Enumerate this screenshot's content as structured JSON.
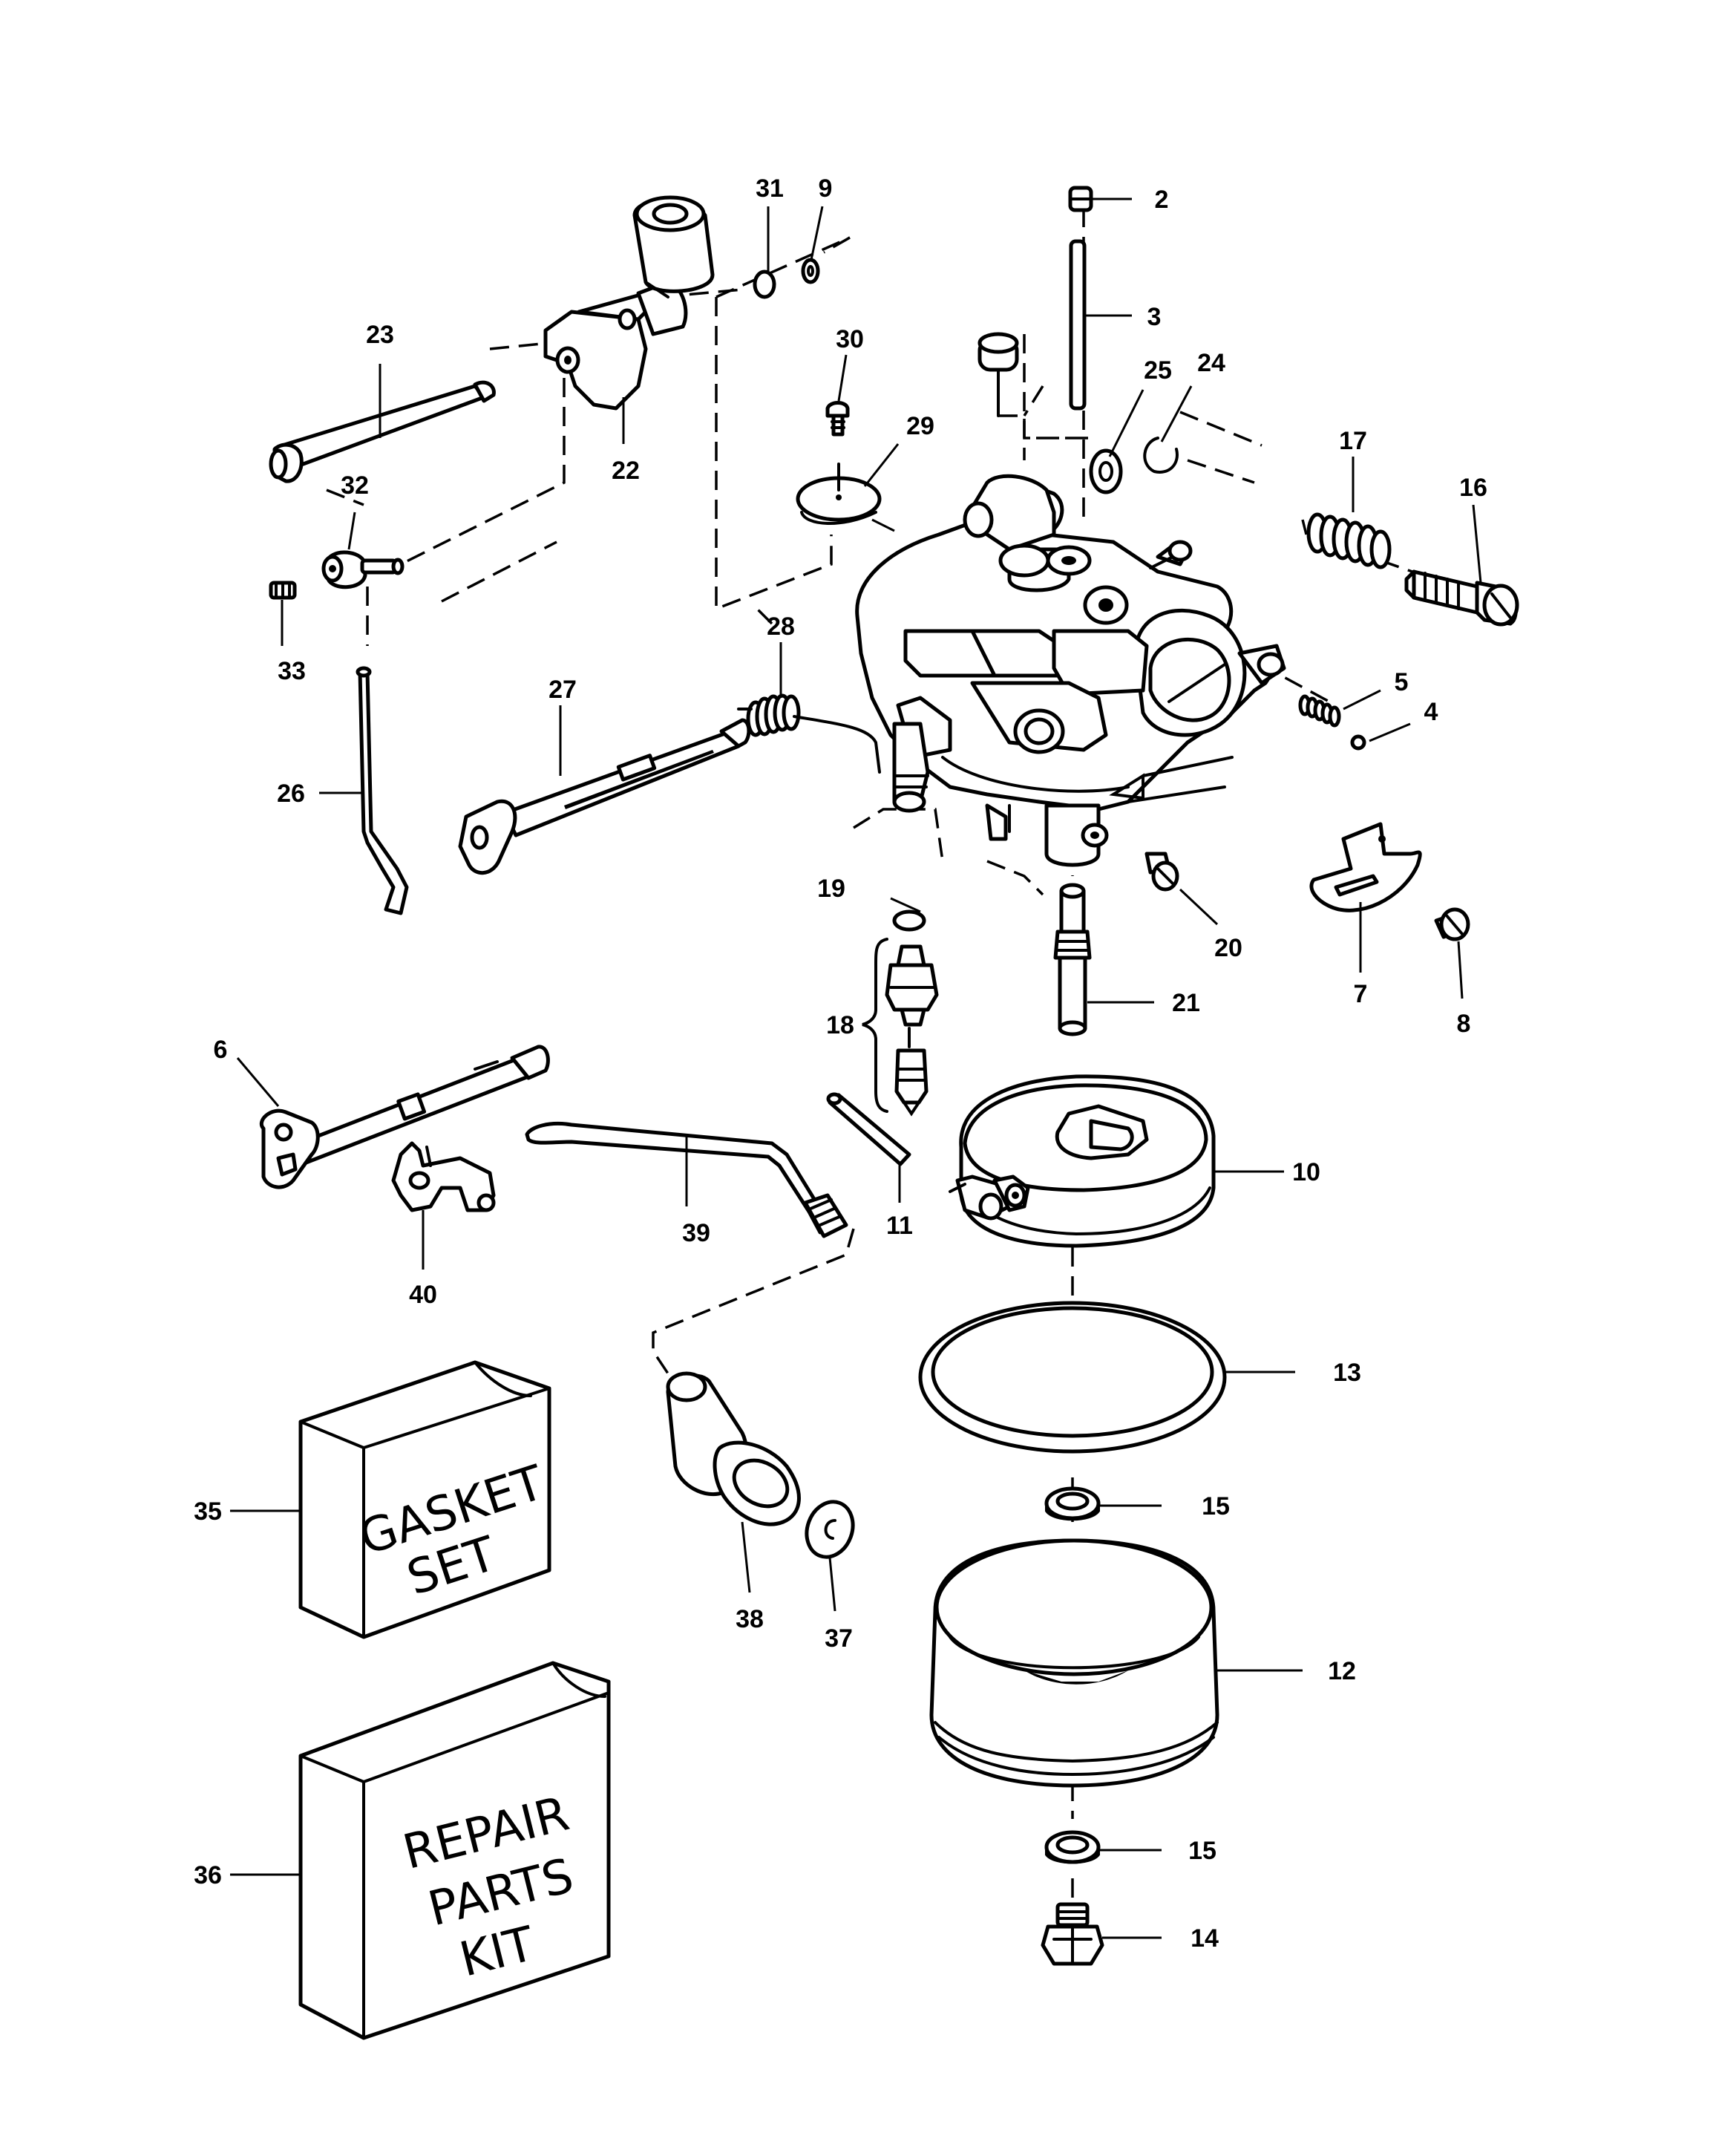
{
  "callouts": {
    "p2": "2",
    "p3": "3",
    "p4": "4",
    "p5": "5",
    "p6": "6",
    "p7": "7",
    "p8": "8",
    "p9": "9",
    "p10": "10",
    "p11": "11",
    "p12": "12",
    "p13": "13",
    "p14": "14",
    "p15a": "15",
    "p15b": "15",
    "p16": "16",
    "p17": "17",
    "p18": "18",
    "p19": "19",
    "p20": "20",
    "p21": "21",
    "p22": "22",
    "p23": "23",
    "p24": "24",
    "p25": "25",
    "p26": "26",
    "p27": "27",
    "p28": "28",
    "p29": "29",
    "p30": "30",
    "p31": "31",
    "p32": "32",
    "p33": "33",
    "p35": "35",
    "p36": "36",
    "p37": "37",
    "p38": "38",
    "p39": "39",
    "p40": "40"
  },
  "boxes": {
    "gasket_line1": "GASKET",
    "gasket_line2": "SET",
    "repair_line1": "REPAIR",
    "repair_line2": "PARTS",
    "repair_line3": "KIT"
  }
}
